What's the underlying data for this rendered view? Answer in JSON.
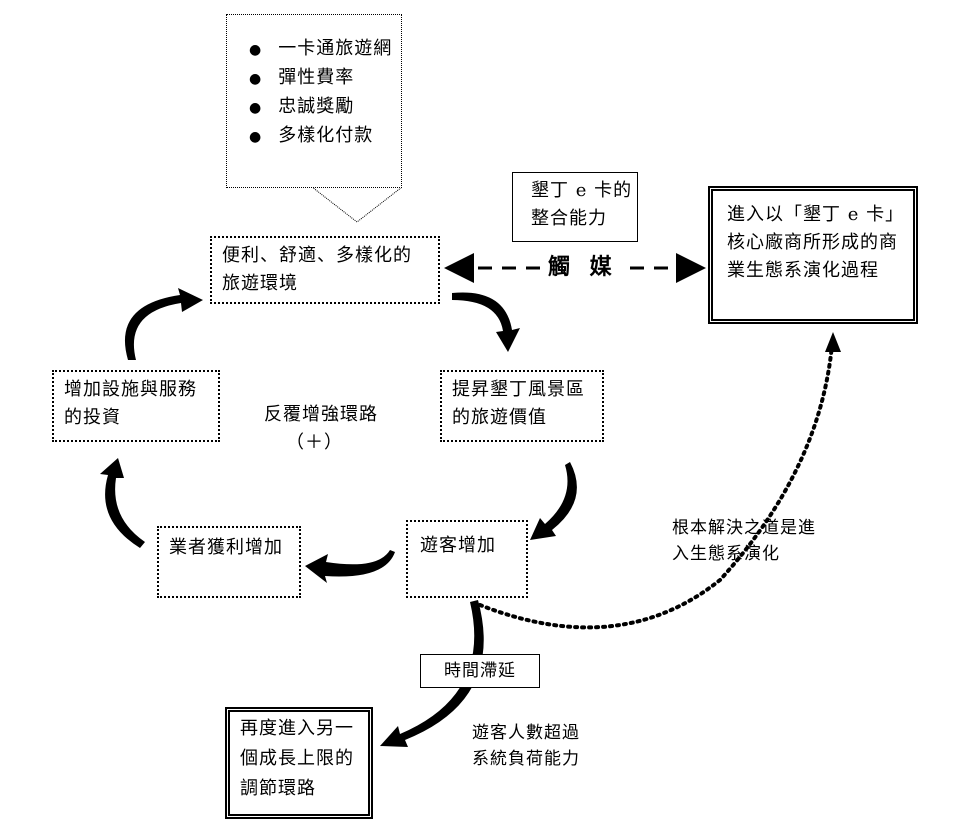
{
  "callout": {
    "bullets": [
      "一卡通旅遊網",
      "彈性費率",
      "忠誠獎勵",
      "多樣化付款"
    ]
  },
  "nodes": {
    "env": "便利、舒適、多樣化的旅遊環境",
    "value": "提昇墾丁風景區的旅遊價值",
    "tourists": "遊客增加",
    "profit": "業者獲利增加",
    "invest": "增加設施與服務的投資",
    "integration": "墾丁 e 卡的整合能力",
    "ecosystem": "進入以「墾丁 e 卡」核心廠商所形成的商業生態系演化過程",
    "next_loop": "再度進入另一個成長上限的調節環路",
    "delay": "時間滯延"
  },
  "labels": {
    "catalyst": "觸 媒",
    "loop_name": "反覆增強環路",
    "loop_sign": "（＋）",
    "root_solution": "根本解決之道是進入生態系演化",
    "overload": "遊客人數超過系統負荷能力"
  },
  "colors": {
    "ink": "#000000",
    "background": "#ffffff"
  }
}
